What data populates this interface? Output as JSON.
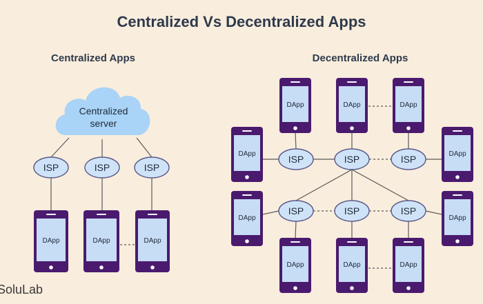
{
  "title": "Centralized Vs Decentralized Apps",
  "centralized": {
    "heading": "Centralized Apps",
    "server_label": "Centralized\nserver"
  },
  "decentralized": {
    "heading": "Decentralized Apps"
  },
  "node_label": "ISP",
  "phone_label": "DApp",
  "brand": "SoluLab",
  "colors": {
    "phone": "#4a1a6e",
    "screen": "#c7dcf5",
    "isp_fill": "#cfe3f8",
    "isp_stroke": "#5a5a8a",
    "cloud": "#a9d3f7",
    "line": "#5a5a5a"
  }
}
